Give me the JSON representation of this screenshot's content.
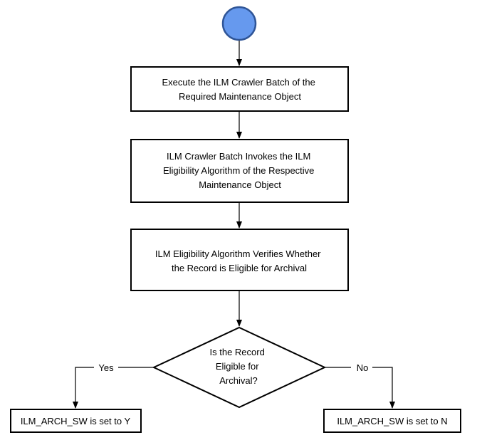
{
  "colors": {
    "start_fill": "#6699ee",
    "start_stroke": "#2f5597",
    "box_stroke": "#000000",
    "line": "#000000"
  },
  "nodes": {
    "start": {
      "shape": "circle"
    },
    "step1": {
      "lines": [
        "Execute the ILM Crawler Batch of the",
        "Required Maintenance Object"
      ]
    },
    "step2": {
      "lines": [
        "ILM Crawler Batch Invokes the ILM",
        "Eligibility Algorithm of the Respective",
        "Maintenance Object"
      ]
    },
    "step3": {
      "lines": [
        "ILM Eligibility Algorithm Verifies Whether",
        "the Record is Eligible for Archival"
      ]
    },
    "decision": {
      "lines": [
        "Is the Record",
        "Eligible for",
        "Archival?"
      ]
    },
    "result_yes": {
      "lines": [
        "ILM_ARCH_SW is set to Y"
      ]
    },
    "result_no": {
      "lines": [
        "ILM_ARCH_SW is set to N"
      ]
    }
  },
  "edges": {
    "yes_label": "Yes",
    "no_label": "No"
  }
}
